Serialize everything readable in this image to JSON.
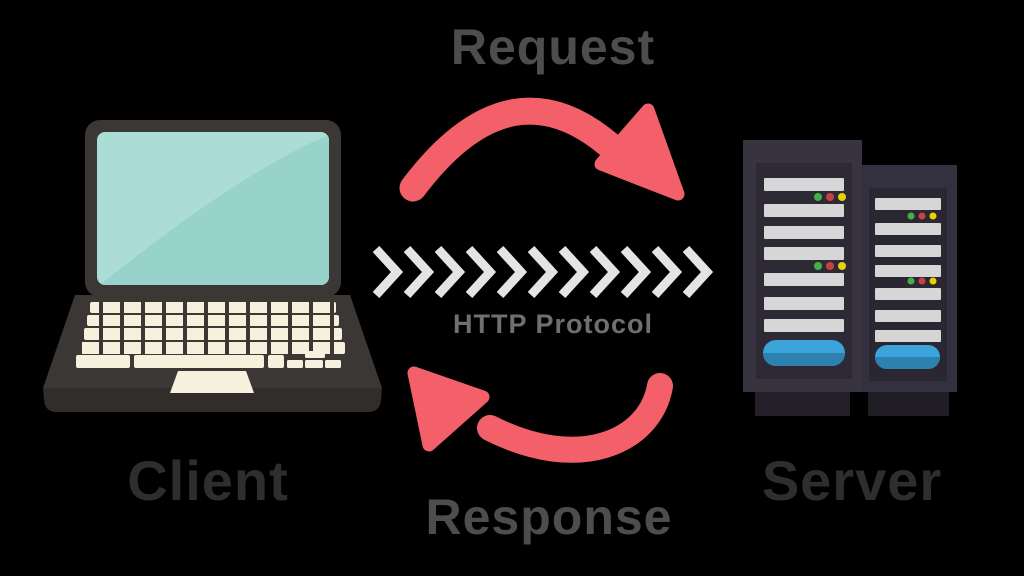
{
  "diagram": {
    "flow_top": {
      "label": "Request"
    },
    "flow_bottom": {
      "label": "Response"
    },
    "protocol": {
      "label": "HTTP Protocol"
    },
    "client": {
      "label": "Client"
    },
    "server": {
      "label": "Server"
    }
  },
  "icons": {
    "client_device": "laptop-icon",
    "server_device": "server-rack-pair-icon",
    "request_flow": "curved-arrow-right-icon",
    "response_flow": "curved-arrow-left-icon",
    "protocol_flow": "chevrons-right-icon"
  },
  "colors": {
    "background": "#000000",
    "arrow_red": "#f4606a",
    "chevron_gray": "#e4e4e4",
    "request_response_text": "#4d4d4d",
    "client_server_text": "#2e2e2e",
    "http_protocol_text": "#6f6f6f",
    "laptop_body": "#3a3735",
    "laptop_screen": "#abdcd5",
    "laptop_screen_shade": "#97d2cb",
    "laptop_keys": "#f6f1dc",
    "server_cabinet": "#37343f",
    "server_panel": "#2d2a36",
    "server_slat": "#d6d6d6",
    "led_green": "#45b045",
    "led_red": "#c94040",
    "led_yellow": "#e5d400",
    "server_blue_bar": "#3ba4da"
  }
}
